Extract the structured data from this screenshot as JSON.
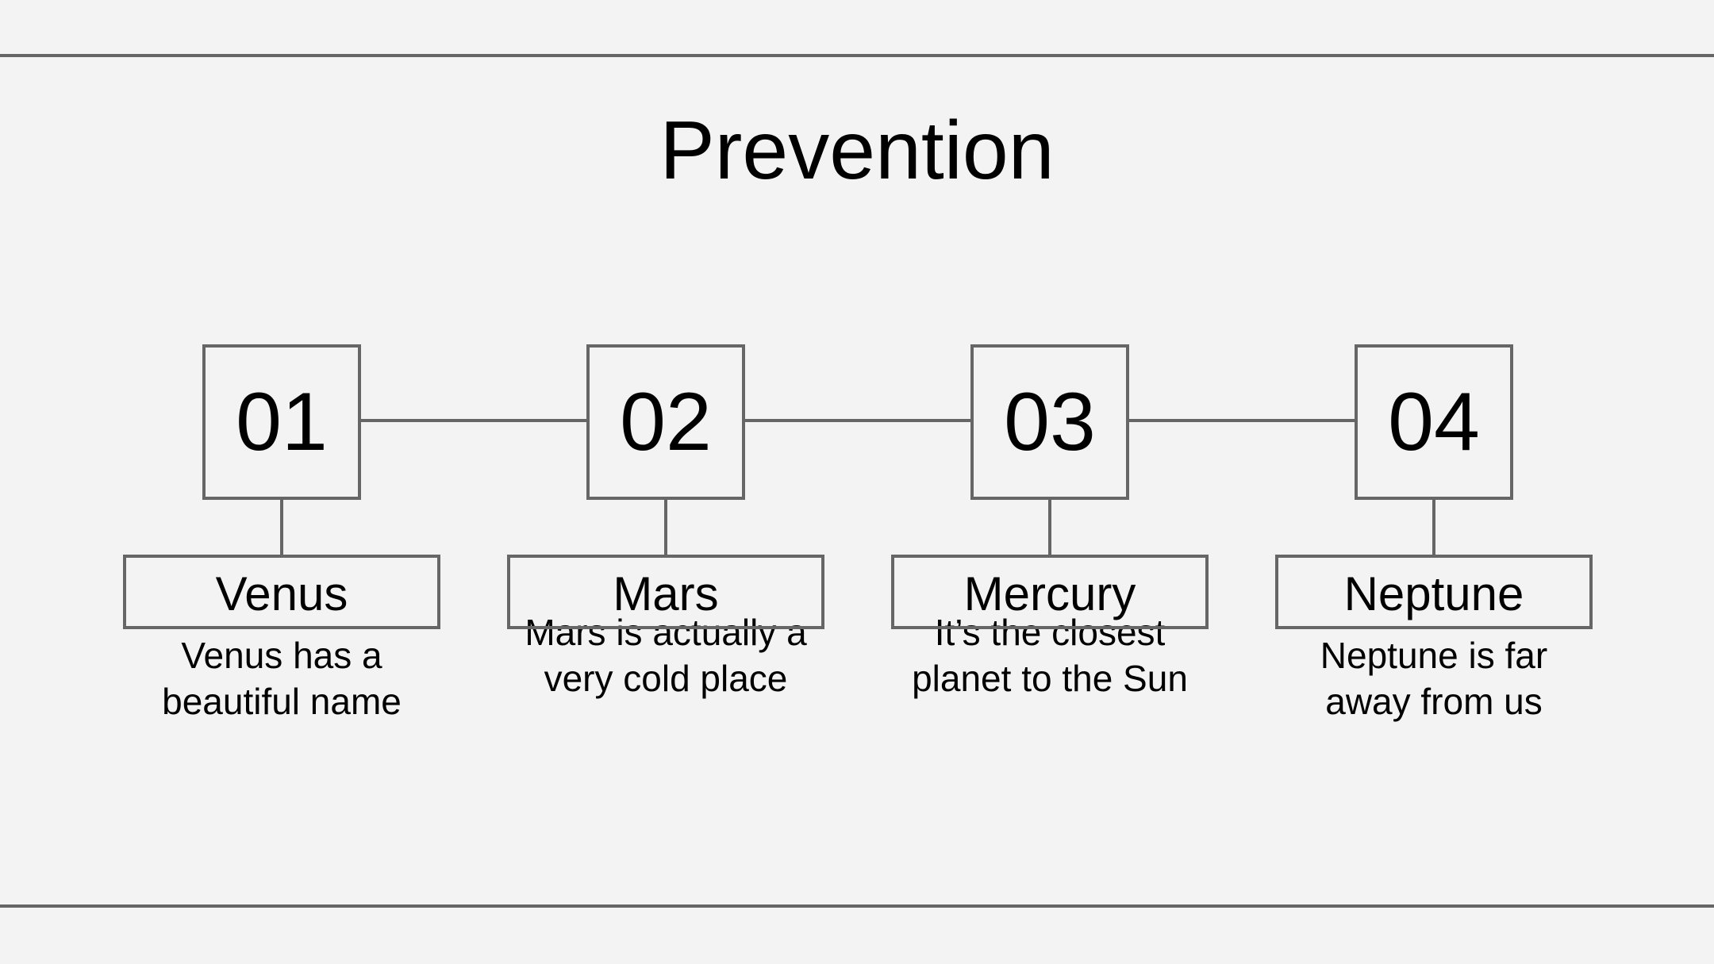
{
  "title": "Prevention",
  "steps": [
    {
      "number": "01",
      "name": "Venus",
      "description": "Venus has a beautiful name"
    },
    {
      "number": "02",
      "name": "Mars",
      "description": "Mars is actually a very cold place"
    },
    {
      "number": "03",
      "name": "Mercury",
      "description": "It’s the closest planet to the Sun"
    },
    {
      "number": "04",
      "name": "Neptune",
      "description": "Neptune is far away from us"
    }
  ],
  "colors": {
    "background": "#f3f3f3",
    "line": "#666666",
    "text": "#000000"
  }
}
